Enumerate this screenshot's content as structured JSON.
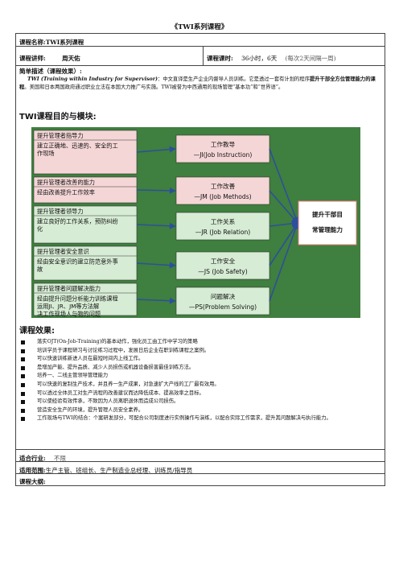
{
  "doc_title": "《TWI系列课程》",
  "course_name": {
    "label": "课程名称:",
    "value": "TWI系列课程"
  },
  "lecturer": {
    "label": "课程讲师:",
    "value": "周天佑"
  },
  "hours": {
    "label": "课程课时:",
    "value": "36小时，6天",
    "note": "(每次2天间隔一周)"
  },
  "description": {
    "heading": "简单描述（课程效果）:",
    "italic": "TWI (Training within Industry for Supervisor)",
    "text1": "：中文直译是生产企业内督导人员训练。它是透过一套有计划的程序",
    "bold": "提升干部全方位管理能力的课程",
    "text2": "。美国和日本两国政府通过职业立法在本国大力推广与实施。TWI被誉为中西通用的现场管理“基本功”和“世界语”。"
  },
  "section_modules": "TWI课程目的与模块:",
  "diagram": {
    "left_boxes": [
      {
        "lines": [
          "提升管理者指导力",
          "建立正确地、迅速的、安全的工作现场"
        ],
        "color": "#f5d6d6"
      },
      {
        "lines": [
          "提升管理者改善的能力",
          "经由改善提升工作效率"
        ],
        "color": "#f5d6d6"
      },
      {
        "lines": [
          "提升管理者领导力",
          "建立良好的工作关系，预防纠纷化"
        ],
        "color": "#d6ecd4"
      },
      {
        "lines": [
          "提升管理者安全意识",
          "经由安全意识的建立防范意外事故"
        ],
        "color": "#d6ecd4"
      },
      {
        "lines": [
          "提升管理者问题解决能力",
          "经由提升问题分析能力训练课程运用JI、JR、JM等方法解决工作现场人与物的问题"
        ],
        "color": "#d6ecd4"
      }
    ],
    "mid_boxes": [
      {
        "title": "工作教导",
        "sub": "—JI(Job Instruction)",
        "color": "#f5d6d6"
      },
      {
        "title": "工作改善",
        "sub": "—JM (Job Methods)",
        "color": "#f5d6d6"
      },
      {
        "title": "工作关系",
        "sub": "—JR (Job Relation)",
        "color": "#d6ecd4"
      },
      {
        "title": "工作安全",
        "sub": "—JS (Job Safety)",
        "color": "#d6ecd4"
      },
      {
        "title": "问题解决",
        "sub": "—PS(Problem Solving)",
        "color": "#d6ecd4"
      }
    ],
    "right_box": {
      "line1": "提升干部目",
      "line2": "常管理能力"
    },
    "colors": {
      "bg": "#3f7f3f",
      "arrow": "#2d4f9c",
      "right_border": "#e87b7b"
    }
  },
  "section_effects": "课程效果:",
  "effects": [
    "落实OJT(On-Job-Training)的基本动作，强化员工由工作中学习的策略",
    "培训学员于课程研习与讨论练习过程中，发展日后企业在职训练课程之案例。",
    "可以快速训练新进人员在最短时间内上线工作。",
    "是增加产能、提升品质、减少人员损伤或机器设备损害最佳训练方法。",
    "培养一、二线主管领导管理能力",
    "可以快速的复制生产技术，并且养一生产成果，对急速扩大产线的工厂最有效用。",
    "可以透过全体员工对生产流程的改善建议而达降低成本、提高效率之目标。",
    "可以使经验有效传承，不致因为人员离职退休而造成公司损伤。",
    "营造安全生产的环境，提升管理人员安全素养。",
    "工作现场与TWI的结合：个案研发部分，可配合公司制度进行实例操作与演练，以配合实际工作需求，提升其问题解决与执行能力。"
  ],
  "industry": {
    "label": "适合行业:",
    "value": "不限"
  },
  "scope": {
    "label": "适用范围:",
    "value": "生产主管、班组长、生产制造业总经理、训练员/指导员"
  },
  "outline": {
    "label": "课程大纲:"
  }
}
